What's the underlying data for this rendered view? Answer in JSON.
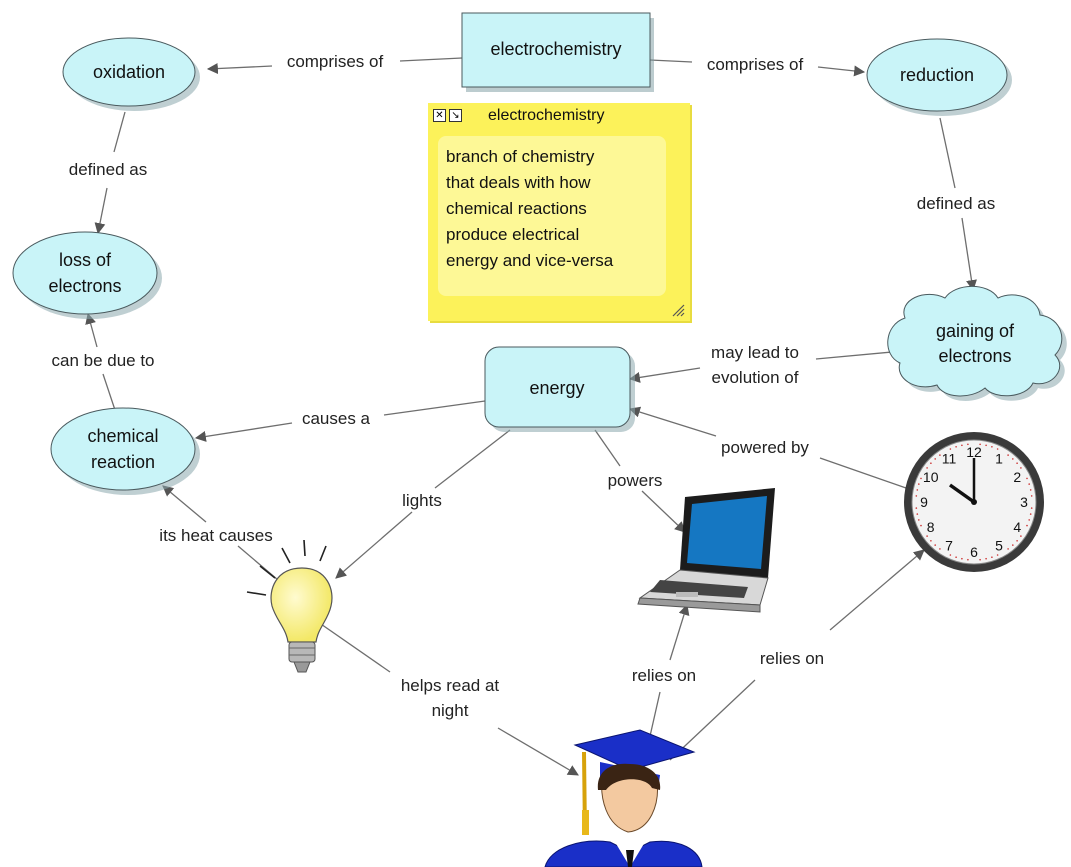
{
  "concepts": {
    "electrochemistry": "electrochemistry",
    "oxidation": "oxidation",
    "reduction": "reduction",
    "loss_of_electrons": [
      "loss of",
      "electrons"
    ],
    "gaining_of_electrons": [
      "gaining of",
      "electrons"
    ],
    "energy": "energy",
    "chemical_reaction": [
      "chemical",
      "reaction"
    ]
  },
  "links": {
    "comprises_left": "comprises of",
    "comprises_right": "comprises of",
    "defined_left": "defined as",
    "defined_right": "defined as",
    "can_be_due": "can be due to",
    "may_lead": [
      "may lead to",
      "evolution of"
    ],
    "causes_a": "causes a",
    "lights": "lights",
    "powers": "powers",
    "powered_by": "powered by",
    "its_heat": "its heat causes",
    "helps_read": [
      "helps read at",
      "night"
    ],
    "relies_on_1": "relies on",
    "relies_on_2": "relies on"
  },
  "note": {
    "title": "electrochemistry",
    "lines": [
      "branch of chemistry",
      "that deals with how",
      "chemical reactions",
      "produce electrical",
      "energy and vice-versa"
    ],
    "close_icon": "close-icon",
    "expand_icon": "expand-icon"
  },
  "clock": {
    "numbers": [
      "12",
      "1",
      "2",
      "3",
      "4",
      "5",
      "6",
      "7",
      "8",
      "9",
      "10",
      "11"
    ]
  },
  "colors": {
    "concept_fill": "#c9f4f8",
    "note_fill": "#fcf25a",
    "line": "#6e6e6e"
  }
}
